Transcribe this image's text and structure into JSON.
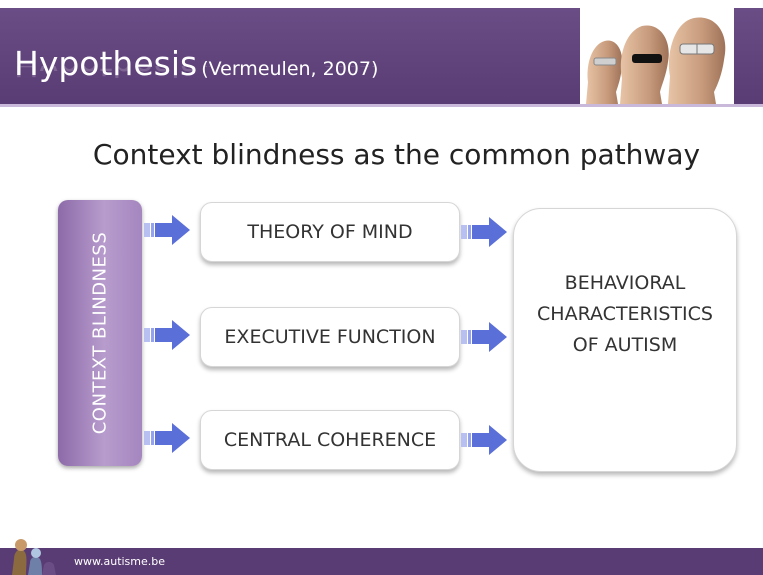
{
  "header": {
    "title": "Hypothesis",
    "citation": "(Vermeulen, 2007)"
  },
  "slide": {
    "subtitle": "Context blindness as the common pathway"
  },
  "diagram": {
    "source_label": "CONTEXT BLINDNESS",
    "processes": [
      "THEORY OF MIND",
      "EXECUTIVE FUNCTION",
      "CENTRAL COHERENCE"
    ],
    "result_lines": [
      "BEHAVIORAL",
      "CHARACTERISTICS",
      "OF AUTISM"
    ]
  },
  "footer": {
    "url": "www.autisme.be"
  },
  "colors": {
    "header": "#5a3c74",
    "accent_purple": "#a586bf",
    "arrow": "#5b6fd8"
  },
  "icons": [
    "heads-image",
    "arrow-right-icon",
    "footer-logo-icon"
  ]
}
